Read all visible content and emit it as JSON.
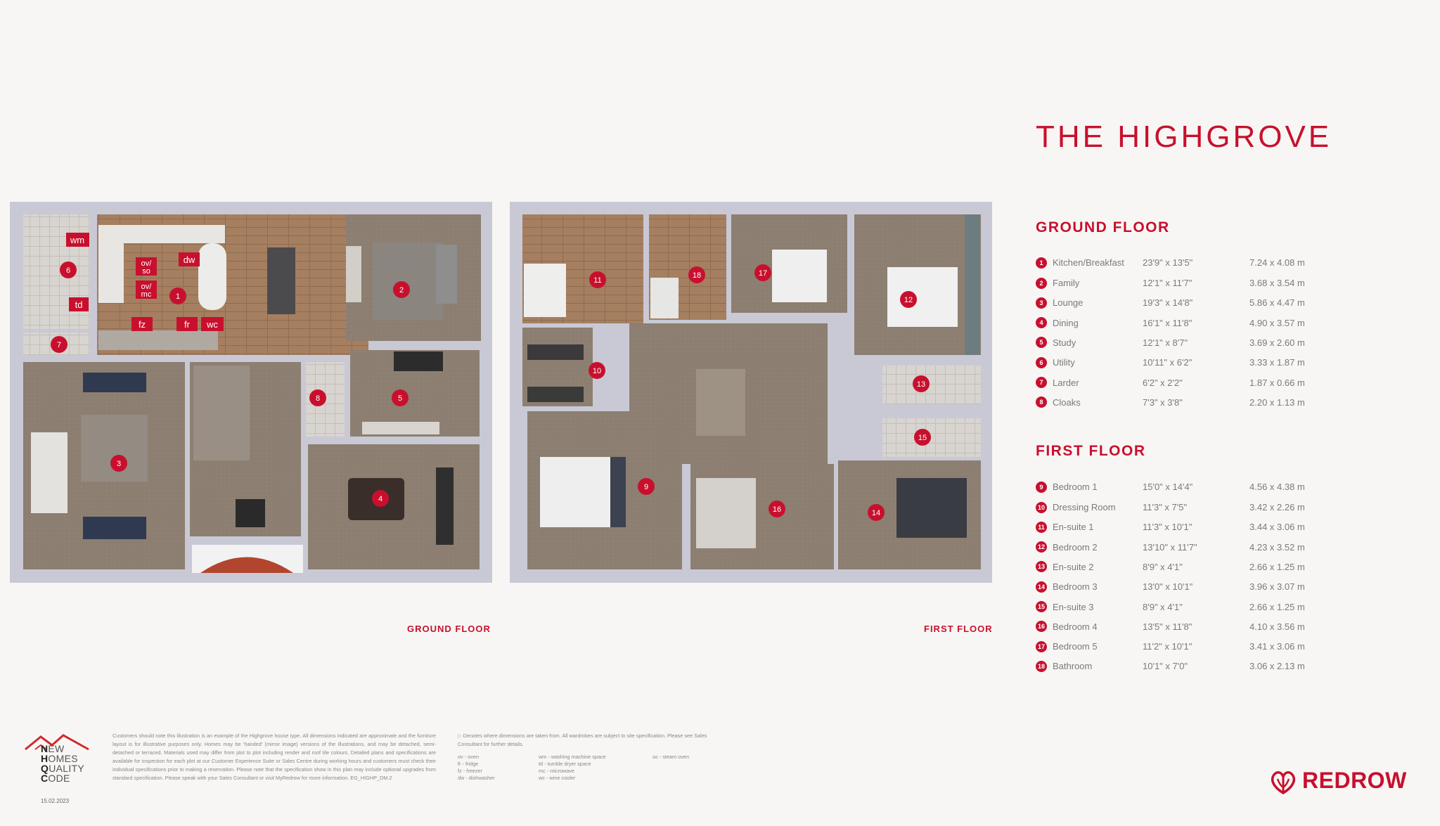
{
  "title": "THE HIGHGROVE",
  "brand": {
    "accent": "#c8102e",
    "wall": "#c9c9d6",
    "floor_wood": "#a07b5c",
    "floor_carpet": "#8d7f71"
  },
  "ground_floor": {
    "heading": "GROUND FLOOR",
    "caption": "GROUND FLOOR",
    "rooms": [
      {
        "num": "1",
        "name": "Kitchen/Breakfast",
        "imperial": "23'9\" x 13'5\"",
        "metric": "7.24 x 4.08 m"
      },
      {
        "num": "2",
        "name": "Family",
        "imperial": "12'1\" x 11'7\"",
        "metric": "3.68 x 3.54 m"
      },
      {
        "num": "3",
        "name": "Lounge",
        "imperial": "19'3\" x 14'8\"",
        "metric": "5.86 x 4.47 m"
      },
      {
        "num": "4",
        "name": "Dining",
        "imperial": "16'1\" x 11'8\"",
        "metric": "4.90 x 3.57 m"
      },
      {
        "num": "5",
        "name": "Study",
        "imperial": "12'1\" x 8'7\"",
        "metric": "3.69 x 2.60 m"
      },
      {
        "num": "6",
        "name": "Utility",
        "imperial": "10'11\" x 6'2\"",
        "metric": "3.33 x 1.87 m"
      },
      {
        "num": "7",
        "name": "Larder",
        "imperial": "6'2\" x 2'2\"",
        "metric": "1.87 x 0.66 m"
      },
      {
        "num": "8",
        "name": "Cloaks",
        "imperial": "7'3\" x 3'8\"",
        "metric": "2.20 x 1.13 m"
      }
    ]
  },
  "first_floor": {
    "heading": "FIRST FLOOR",
    "caption": "FIRST FLOOR",
    "rooms": [
      {
        "num": "9",
        "name": "Bedroom 1",
        "imperial": "15'0\" x 14'4\"",
        "metric": "4.56 x 4.38 m"
      },
      {
        "num": "10",
        "name": "Dressing Room",
        "imperial": "11'3\" x 7'5\"",
        "metric": "3.42 x 2.26 m"
      },
      {
        "num": "11",
        "name": "En-suite 1",
        "imperial": "11'3\" x 10'1\"",
        "metric": "3.44 x 3.06 m"
      },
      {
        "num": "12",
        "name": "Bedroom 2",
        "imperial": "13'10\" x 11'7\"",
        "metric": "4.23 x 3.52 m"
      },
      {
        "num": "13",
        "name": "En-suite 2",
        "imperial": "8'9\" x 4'1\"",
        "metric": "2.66 x 1.25 m"
      },
      {
        "num": "14",
        "name": "Bedroom 3",
        "imperial": "13'0\" x 10'1\"",
        "metric": "3.96 x 3.07 m"
      },
      {
        "num": "15",
        "name": "En-suite 3",
        "imperial": "8'9\" x 4'1\"",
        "metric": "2.66 x 1.25 m"
      },
      {
        "num": "16",
        "name": "Bedroom 4",
        "imperial": "13'5\" x 11'8\"",
        "metric": "4.10 x 3.56 m"
      },
      {
        "num": "17",
        "name": "Bedroom 5",
        "imperial": "11'2\" x 10'1\"",
        "metric": "3.41 x 3.06 m"
      },
      {
        "num": "18",
        "name": "Bathroom",
        "imperial": "10'1\" x 7'0\"",
        "metric": "3.06 x 2.13 m"
      }
    ]
  },
  "plan_labels": {
    "appliances": [
      "wm",
      "td",
      "ov/\nso",
      "ov/\nmc",
      "dw",
      "fz",
      "fr",
      "wc"
    ]
  },
  "footer": {
    "logo_lines": [
      "NEW",
      "HOMES",
      "QUALITY",
      "CODE"
    ],
    "date": "15.02.2023",
    "disclaimer": "Customers should note this illustration is an example of the Highgrove house type. All dimensions indicated are approximate and the furniture layout is for illustrative purposes only. Homes may be 'handed' (mirror image) versions of the illustrations, and may be detached, semi-detached or terraced. Materials used may differ from plot to plot including render and roof tile colours. Detailed plans and specifications are available for inspection for each plot at our Customer Experience Suite or Sales Centre during working hours and customers must check their individual specifications prior to making a reservation. Please note that the specification show in this plan may include optional upgrades from standard specification. Please speak with your Sales Consultant or visit MyRedrow for more information. EG_HIGHP_DM.2",
    "note": "Denotes where dimensions are taken from. All wardrobes are subject to site specification. Please see Sales Consultant for further details.",
    "abbreviations": [
      "ov - oven",
      "wm - washing machine space",
      "so - steam oven",
      "fr - fridge",
      "td - tumble dryer space",
      "",
      "fz - freezer",
      "mc - microwave",
      "",
      "dw - dishwasher",
      "wc - wine cooler",
      ""
    ],
    "brand_name": "REDROW"
  }
}
